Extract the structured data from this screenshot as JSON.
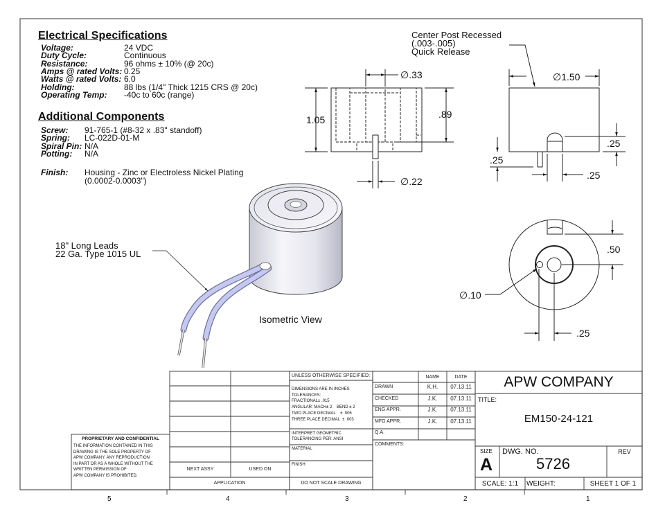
{
  "electrical": {
    "heading": "Electrical Specifications",
    "rows": [
      {
        "label": "Voltage:",
        "value": "24 VDC"
      },
      {
        "label": "Duty Cycle:",
        "value": "Continuous"
      },
      {
        "label": "Resistance:",
        "value": "96 ohms ± 10% (@ 20c)"
      },
      {
        "label": "Amps @ rated Volts:",
        "value": "0.25"
      },
      {
        "label": "Watts @ rated Volts:",
        "value": "6.0"
      },
      {
        "label": "Holding:",
        "value": "88 lbs (1/4\" Thick 1215 CRS @ 20c)"
      },
      {
        "label": "Operating Temp:",
        "value": "-40c to 60c (range)"
      }
    ]
  },
  "additional": {
    "heading": "Additional Components",
    "rows": [
      {
        "label": "Screw:",
        "value": "91-765-1 (#8-32 x .83\" standoff)"
      },
      {
        "label": "Spring:",
        "value": "LC-022D-01-M"
      },
      {
        "label": "Spiral Pin:",
        "value": "N/A"
      },
      {
        "label": "Potting:",
        "value": "N/A"
      }
    ],
    "finish_label": "Finish:",
    "finish_line1": "Housing - Zinc or Electroless Nickel Plating",
    "finish_line2": "(0.0002-0.0003\")"
  },
  "notes": {
    "center_post_1": "Center Post Recessed",
    "center_post_2": "(.003-.005)",
    "center_post_3": "Quick Release",
    "leads_1": "18\" Long Leads",
    "leads_2": "22 Ga. Type 1015 UL",
    "isometric": "Isometric View"
  },
  "dimensions": {
    "section_post_dia": "∅.33",
    "section_height": "1.05",
    "section_core_height": ".89",
    "section_pin_dia": "∅.22",
    "side_dia": "∅1.50",
    "side_bump_h": ".25",
    "side_pin_h": ".25",
    "side_pin_offset": ".25",
    "bottom_offset": ".50",
    "bottom_hole_dia": "∅.10",
    "bottom_hole_offset": ".25"
  },
  "proprietary": {
    "heading": "PROPRIETARY AND CONFIDENTIAL",
    "lines": [
      "THE INFORMATION CONTAINED IN THIS",
      "DRAWING IS THE SOLE PROPERTY OF",
      "APW COMPANY.  ANY  REPRODUCTION",
      "IN PART OR AS A WHOLE WITHOUT THE",
      "WRITTEN PERMISSION OF",
      "APW COMPANY IS PROHIBITED."
    ]
  },
  "application": {
    "next_assy": "NEXT ASSY",
    "used_on": "USED ON",
    "label": "APPLICATION"
  },
  "tolerances": {
    "heading": "UNLESS OTHERWISE SPECIFIED:",
    "lines": [
      "DIMENSIONS ARE IN INCHES",
      "TOLERANCES:",
      "FRACTIONAL± .015",
      "ANGULAR: MACH± 2    BEND ± 2",
      "TWO PLACE DECIMAL    ± .005",
      "THREE PLACE DECIMAL  ± .003"
    ],
    "interpret_1": "INTERPRET GEOMETRIC",
    "interpret_2": "TOLERANCING PER: ANSI",
    "material": "MATERIAL",
    "finish": "FINISH",
    "no_scale": "DO NOT SCALE DRAWING"
  },
  "approvals": {
    "name_header": "NAME",
    "date_header": "DATE",
    "rows": [
      {
        "role": "DRAWN",
        "name": "K.H.",
        "date": "07.13.11"
      },
      {
        "role": "CHECKED",
        "name": "J.K.",
        "date": "07.13.11"
      },
      {
        "role": "ENG APPR.",
        "name": "J.K.",
        "date": "07.13.11"
      },
      {
        "role": "MFG APPR.",
        "name": "J.K.",
        "date": "07.13.11"
      },
      {
        "role": "Q.A.",
        "name": "",
        "date": ""
      }
    ],
    "comments": "COMMENTS:"
  },
  "title_block": {
    "company": "APW COMPANY",
    "title_label": "TITLE:",
    "title": "EM150-24-121",
    "size_label": "SIZE",
    "size": "A",
    "dwg_no_label": "DWG.  NO.",
    "dwg_no": "5726",
    "rev_label": "REV",
    "scale": "SCALE: 1:1",
    "weight": "WEIGHT:",
    "sheet": "SHEET 1 OF 1"
  },
  "zones": [
    "5",
    "4",
    "3",
    "2",
    "1"
  ],
  "colors": {
    "line": "#222222",
    "frame": "#555555",
    "body_light": "#f2f2f6",
    "body_shade": "#cfd0d8",
    "wire": "#b9bde8",
    "wire_edge": "#6c70a8"
  }
}
